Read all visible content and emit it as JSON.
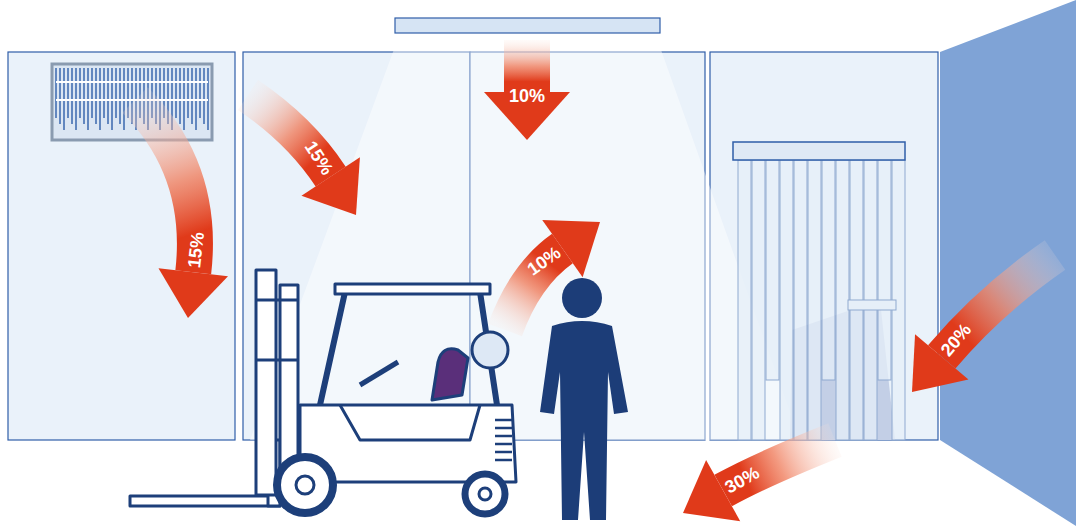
{
  "diagram": {
    "labels": [
      "15%",
      "15%",
      "10%",
      "10%",
      "20%",
      "30%"
    ]
  }
}
